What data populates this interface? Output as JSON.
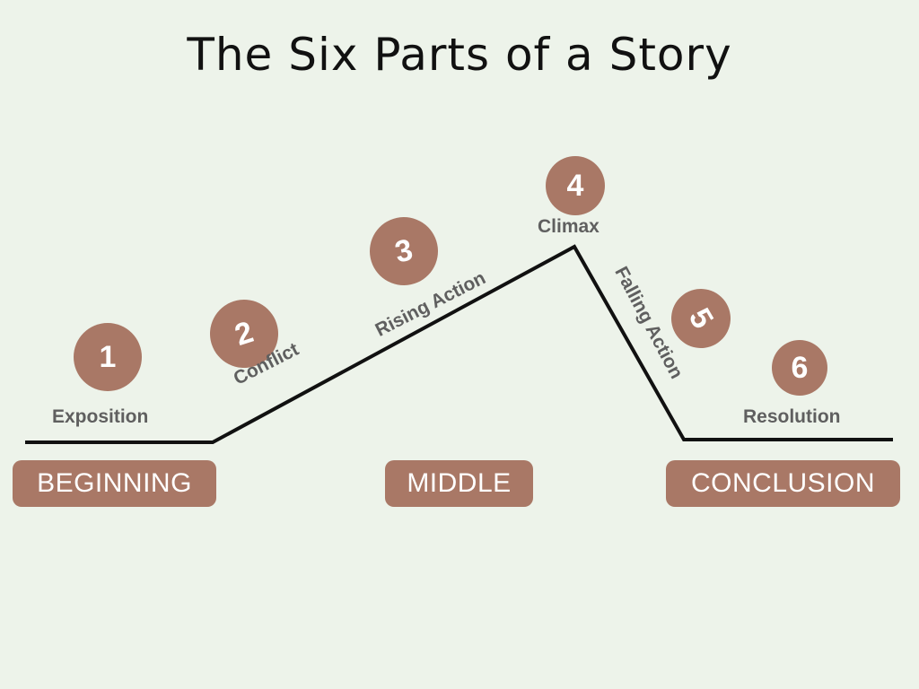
{
  "title": "The Six Parts of a Story",
  "colors": {
    "background": "#edf3ea",
    "badge": "#a97866",
    "pill": "#a97866",
    "line": "#111111",
    "label": "#5f5f5f"
  },
  "steps": [
    {
      "number": "1",
      "label": "Exposition"
    },
    {
      "number": "2",
      "label": "Conflict"
    },
    {
      "number": "3",
      "label": "Rising Action"
    },
    {
      "number": "4",
      "label": "Climax"
    },
    {
      "number": "5",
      "label": "Falling Action"
    },
    {
      "number": "6",
      "label": "Resolution"
    }
  ],
  "sections": [
    {
      "label": "BEGINNING"
    },
    {
      "label": "MIDDLE"
    },
    {
      "label": "CONCLUSION"
    }
  ]
}
